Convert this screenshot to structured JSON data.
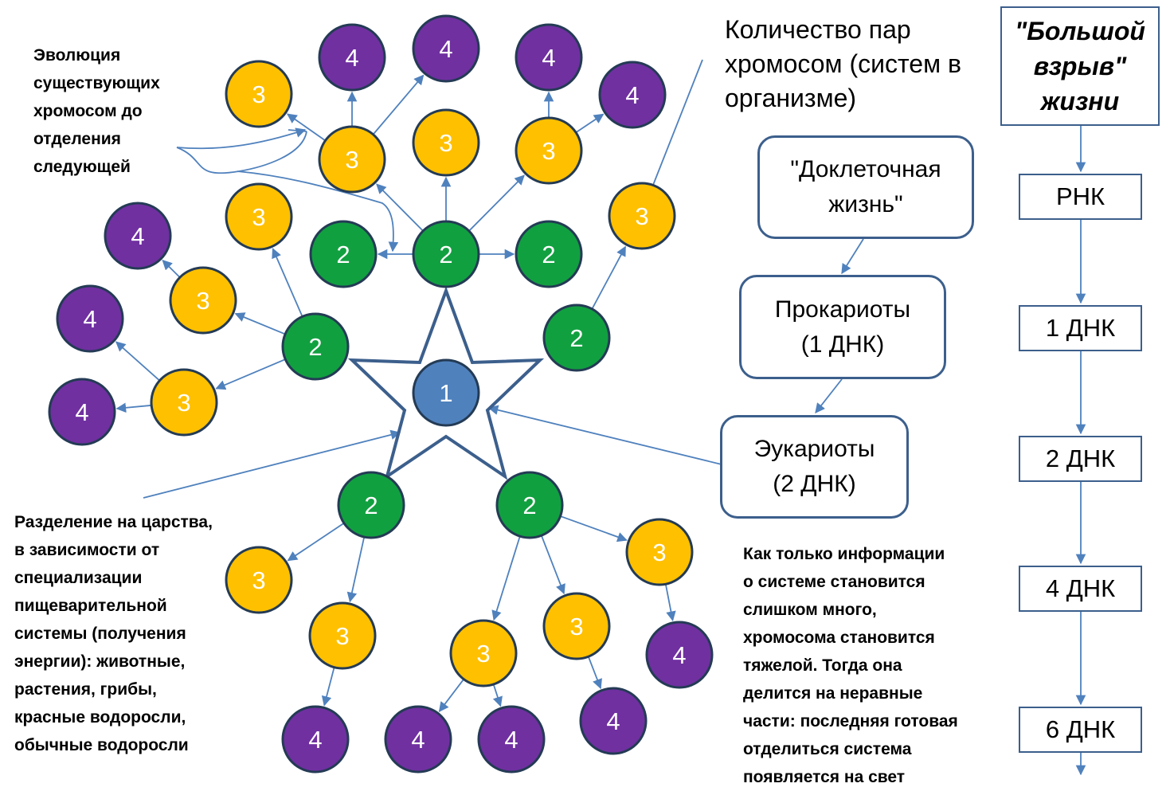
{
  "colors": {
    "level1": "#4f81bd",
    "level2": "#11a040",
    "level3": "#ffc000",
    "level4": "#7030a0",
    "stroke": "#243b55",
    "arrow": "#4f81bd",
    "star": "#3c5f8c"
  },
  "nodes": {
    "n1": "1",
    "n2": "2",
    "n3": "3",
    "n4": "4"
  },
  "notes": {
    "evolution": [
      "Эволюция",
      "существующих",
      "хромосом до",
      "отделения",
      "следующей"
    ],
    "pairs_title": [
      "Количество пар",
      "хромосом (систем в",
      "организме)"
    ],
    "kingdoms": [
      "Разделение на царства,",
      "в зависимости от",
      "специализации",
      "пищеварительной",
      "системы (получения",
      "энергии): животные,",
      "растения, грибы,",
      "красные водоросли,",
      "обычные водоросли"
    ],
    "division": [
      "Как только информации",
      "о системе становится",
      "слишком много,",
      "хромосома становится",
      "тяжелой. Тогда она",
      "делится  на неравные",
      "части: последняя готовая",
      "отделиться  система",
      "появляется на свет"
    ]
  },
  "stages": {
    "precell": [
      "\"Доклеточная",
      "жизнь\""
    ],
    "prokaryotes": [
      "Прокариоты",
      "(1 ДНК)"
    ],
    "eukaryotes": [
      "Эукариоты",
      "(2 ДНК)"
    ]
  },
  "timeline": {
    "bang": [
      "\"Большой",
      "взрыв\"",
      "жизни"
    ],
    "steps": [
      "РНК",
      "1 ДНК",
      "2 ДНК",
      "4 ДНК",
      "6 ДНК"
    ]
  }
}
